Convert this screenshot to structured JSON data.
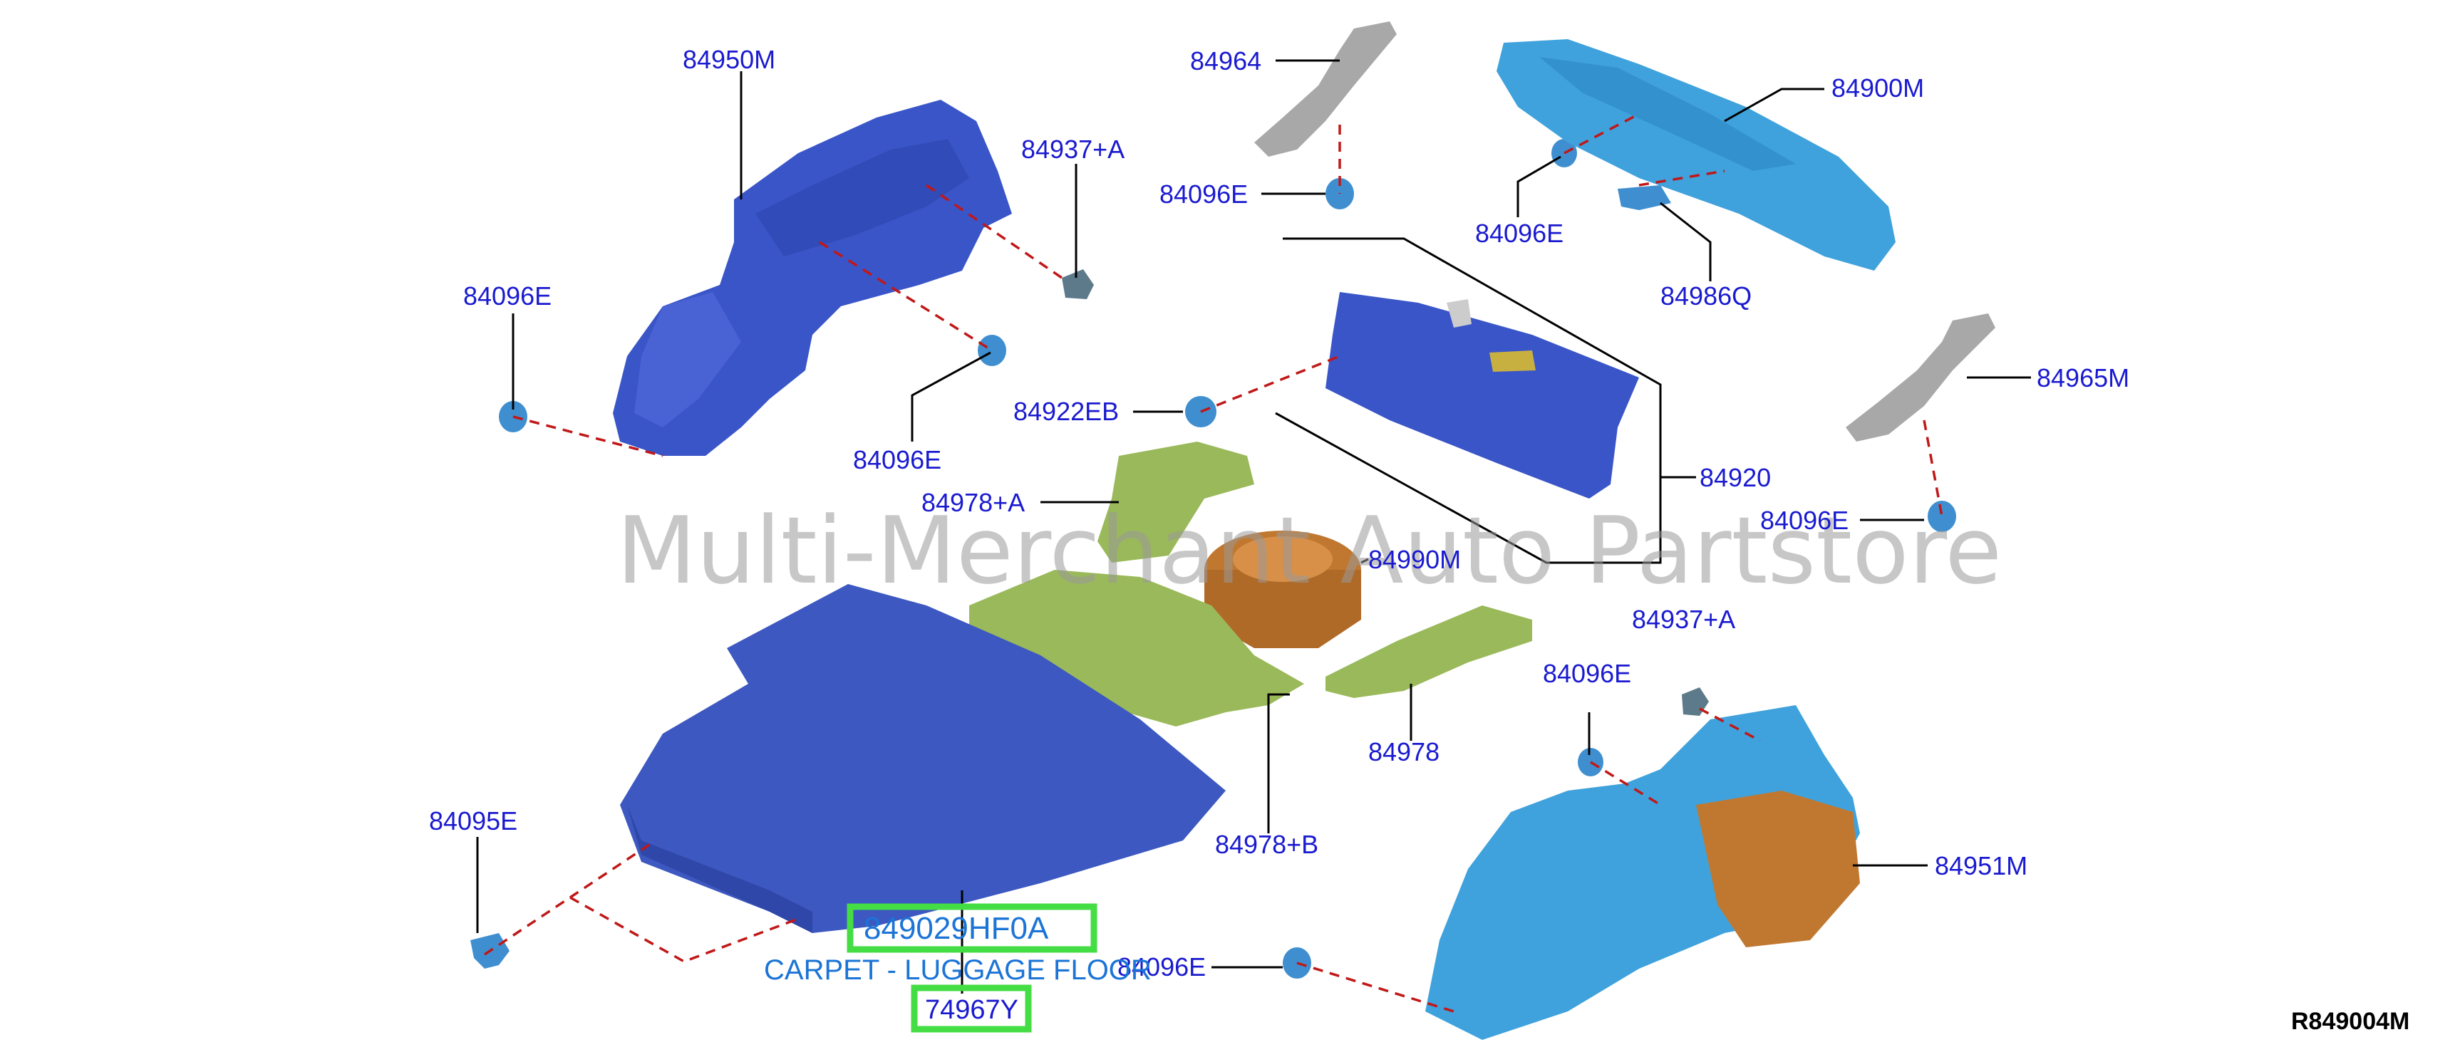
{
  "diagram": {
    "labels": {
      "p84950M": "84950M",
      "p84937A_top": "84937+A",
      "p84096E_left": "84096E",
      "p84096E_mid_left": "84096E",
      "p84964": "84964",
      "p84096E_top_mid": "84096E",
      "p84900M": "84900M",
      "p84096E_top_right": "84096E",
      "p84986Q": "84986Q",
      "p84922EB": "84922EB",
      "p84920": "84920",
      "p84965M": "84965M",
      "p84096E_right": "84096E",
      "p84978A": "84978+A",
      "p84990M": "84990M",
      "p84937A_right": "84937+A",
      "p84096E_lower_right": "84096E",
      "p84978": "84978",
      "p84978B": "84978+B",
      "p84951M": "84951M",
      "p84095E": "84095E",
      "p84096E_bottom": "84096E"
    },
    "highlight": {
      "part_number": "849029HF0A",
      "description": "CARPET - LUGGAGE FLOOR",
      "sub_part": "74967Y"
    },
    "watermark": "Multi-Merchant Auto Partstore",
    "reference_code": "R849004M",
    "colors": {
      "label_blue": "#1a1ad0",
      "highlight_green": "#44dd44",
      "highlight_text": "#1b74d6",
      "part_blue": "#3a55c8",
      "part_light_blue": "#3fa2dc",
      "part_green": "#9ab95a",
      "part_orange": "#c07830",
      "part_gray": "#a8a8a8",
      "dash_red": "#c01818"
    }
  }
}
